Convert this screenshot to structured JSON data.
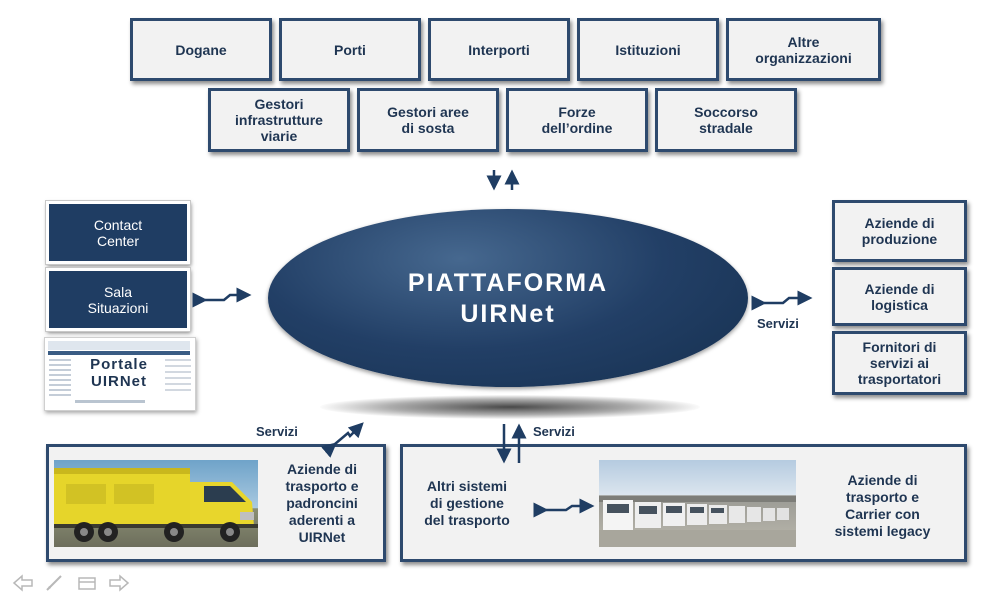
{
  "top_row": [
    "Dogane",
    "Porti",
    "Interporti",
    "Istituzioni",
    "Altre\norganizzazioni"
  ],
  "second_row": [
    "Gestori\ninfrastrutture\nviarie",
    "Gestori aree\ndi sosta",
    "Forze\ndell’ordine",
    "Soccorso\nstradale"
  ],
  "center": {
    "line1": "PIATTAFORMA",
    "line2": "UIRNet"
  },
  "left": {
    "contact_center": "Contact\nCenter",
    "sala_situazioni": "Sala\nSituazioni",
    "portale": "Portale\nUIRNet"
  },
  "right": [
    "Aziende di\nproduzione",
    "Aziende di\nlogistica",
    "Fornitori di\nservizi ai\ntrasportatori"
  ],
  "services_label": "Servizi",
  "bottom_left": {
    "label": "Aziende di\ntrasporto e\npadroncini\naderenti a\nUIRNet"
  },
  "bottom_right": {
    "altri": "Altri sistemi\ndi gestione\ndel trasporto",
    "aziende": "Aziende di\ntrasporto e\nCarrier con\nsistemi legacy"
  },
  "colors": {
    "navy": "#1f3d63",
    "border": "#2e4a6e",
    "text": "#1f3552",
    "box_bg": "#f2f2f2"
  }
}
